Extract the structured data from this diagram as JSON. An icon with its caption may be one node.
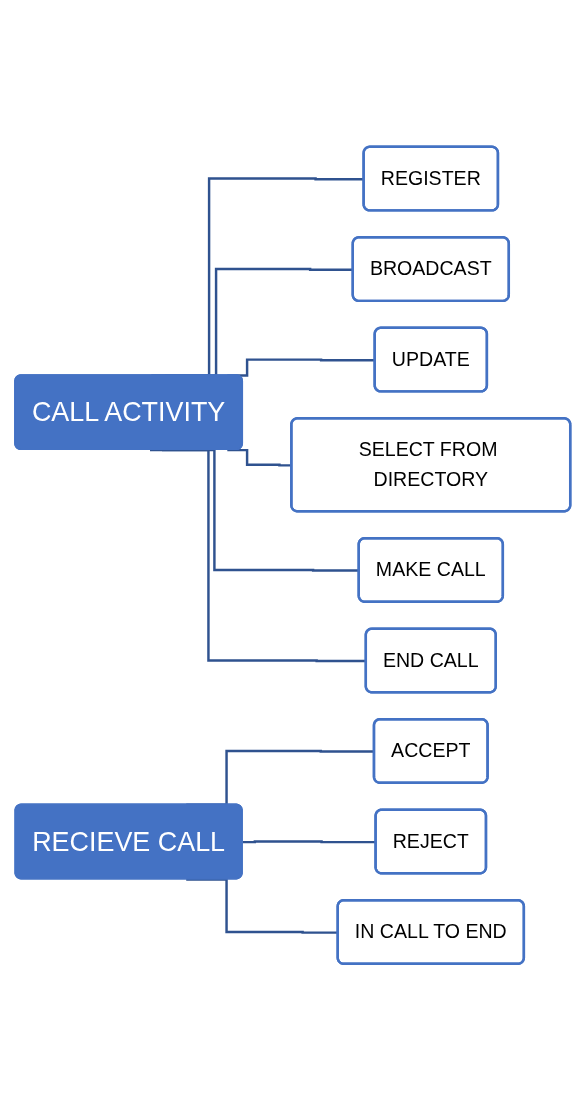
{
  "diagram": {
    "nodes": [
      {
        "text": [
          "CALL ACTIVITY"
        ]
      },
      {
        "text": [
          "REGISTER"
        ]
      },
      {
        "text": [
          "BROADCAST"
        ]
      },
      {
        "text": [
          "UPDATE"
        ]
      },
      {
        "text": [
          "SELECT FROM DIRECTORY"
        ]
      },
      {
        "text": [
          "MAKE CALL"
        ]
      },
      {
        "text": [
          "END CALL"
        ]
      },
      {
        "text": [
          "RECIEVE CALL"
        ]
      },
      {
        "text": [
          "ACCEPT"
        ]
      },
      {
        "text": [
          "REJECT"
        ]
      },
      {
        "text": [
          "IN CALL TO END"
        ]
      }
    ],
    "edges": [
      {
        "from": 0,
        "to": 1,
        "arrow": "none"
      },
      {
        "from": 0,
        "to": 2,
        "arrow": "none"
      },
      {
        "from": 0,
        "to": 3,
        "arrow": "none"
      },
      {
        "from": 0,
        "to": 4,
        "arrow": "none"
      },
      {
        "from": 0,
        "to": 5,
        "arrow": "none"
      },
      {
        "from": 0,
        "to": 6,
        "arrow": "none"
      },
      {
        "from": 7,
        "to": 8,
        "arrow": "none"
      },
      {
        "from": 7,
        "to": 9,
        "arrow": "none"
      },
      {
        "from": 7,
        "to": 10,
        "arrow": "none"
      }
    ]
  }
}
